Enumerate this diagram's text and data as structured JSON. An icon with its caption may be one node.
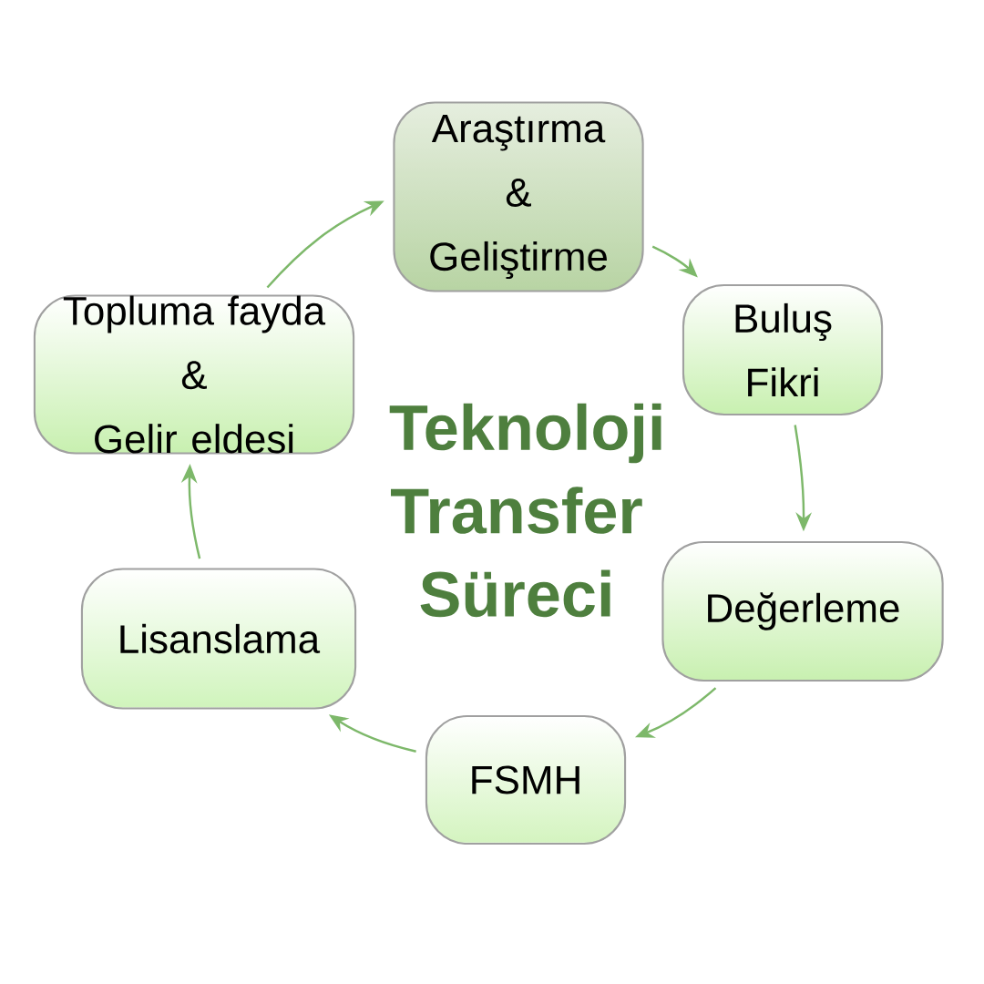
{
  "diagram": {
    "title": "Teknoloji Transfer Süreci",
    "nodes": [
      {
        "text": [
          "Araştırma",
          "&",
          "Geliştirme"
        ]
      },
      {
        "text": [
          "Buluş Fikri"
        ]
      },
      {
        "text": [
          "Değerleme"
        ]
      },
      {
        "text": [
          "FSMH"
        ]
      },
      {
        "text": [
          "Lisanslama"
        ]
      },
      {
        "text": [
          "Topluma fayda",
          "&",
          "Gelir eldesi"
        ]
      }
    ],
    "edges": [
      {
        "from": 0,
        "to": 1,
        "arrow": "to"
      },
      {
        "from": 1,
        "to": 2,
        "arrow": "to"
      },
      {
        "from": 2,
        "to": 3,
        "arrow": "to"
      },
      {
        "from": 3,
        "to": 4,
        "arrow": "to"
      },
      {
        "from": 4,
        "to": 5,
        "arrow": "to"
      },
      {
        "from": 5,
        "to": 0,
        "arrow": "to"
      }
    ]
  }
}
